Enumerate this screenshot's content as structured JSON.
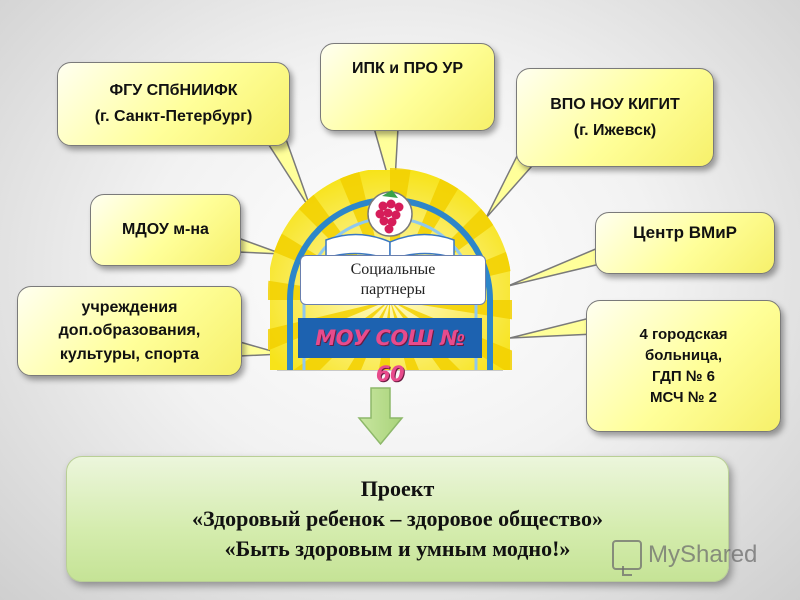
{
  "partners": {
    "fgu": {
      "line1": "ФГУ СПбНИИФК",
      "line2": "(г. Санкт-Петербург)"
    },
    "ipk": {
      "line1": "ИПК и ПРО УР"
    },
    "vpo": {
      "line1": "ВПО НОУ КИГИТ",
      "line2": "(г. Ижевск)"
    },
    "mdou": {
      "line1": "МДОУ м-на"
    },
    "center": {
      "line1": "Центр ВМиР"
    },
    "institutions": {
      "line1": "учреждения",
      "line2": "доп.образования,",
      "line3": "культуры, спорта"
    },
    "hospital": {
      "line1": "4 городская",
      "line2": "больница,",
      "line3": "ГДП № 6",
      "line4": "МСЧ № 2"
    }
  },
  "emblem": {
    "label_line1": "Социальные",
    "label_line2": "партнеры",
    "school_name": "МОУ СОШ № 60"
  },
  "project": {
    "line1": "Проект",
    "line2": "«Здоровый ребенок – здоровое общество»",
    "line3": "«Быть здоровым и умным модно!»"
  },
  "watermark": {
    "text": "MyShared"
  },
  "colors": {
    "bubble_fill": "#ffff9a",
    "project_fill": "#d4ecad",
    "emblem_rays": "#f7e31a",
    "emblem_ring": "#2d86c9",
    "school_text": "#e84b8c"
  }
}
